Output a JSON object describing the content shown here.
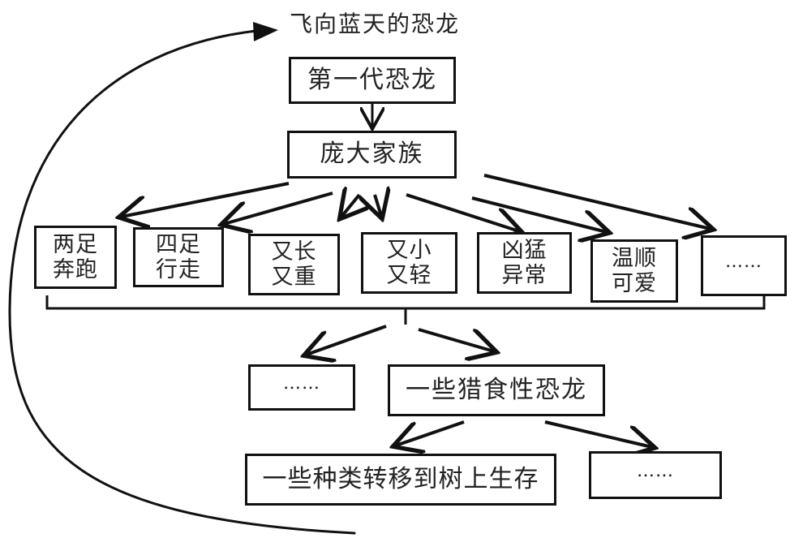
{
  "diagram": {
    "top_label": "飞向蓝天的恐龙",
    "nodes": {
      "gen1": "第一代恐龙",
      "family": "庞大家族",
      "two_legs": "两足\n奔跑",
      "four_legs": "四足\n行走",
      "long_heavy": "又长\n又重",
      "small_light": "又小\n又轻",
      "fierce": "凶猛\n异常",
      "gentle": "温顺\n可爱",
      "etc_1": "……",
      "etc_2": "……",
      "predatory": "一些猎食性恐龙",
      "to_trees": "一些种类转移到树上生存",
      "etc_3": "……"
    }
  }
}
